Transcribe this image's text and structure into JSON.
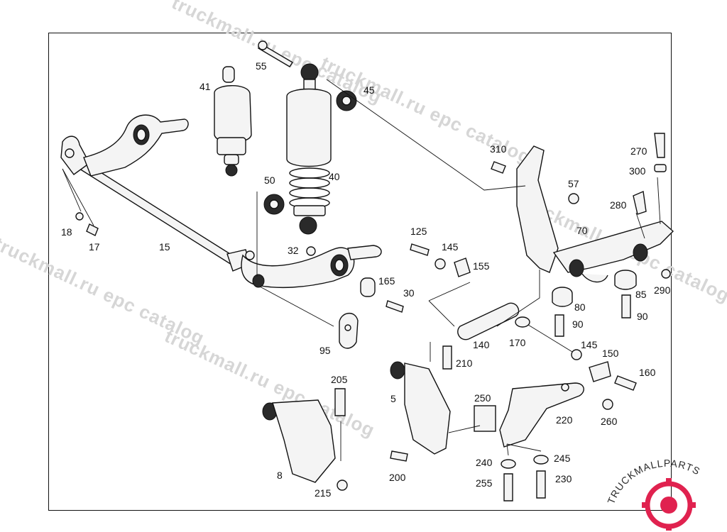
{
  "watermark": {
    "texts": [
      "truckmall.ru epc catalog",
      "truckmall.ru epc catalog",
      "truckmall.ru epc catalog",
      "truckmall.ru epc catalog",
      "truckmall.ru epc catalog"
    ],
    "color": "#d6d6d6"
  },
  "logo": {
    "text": "TRUCKMALLPARTS",
    "accent_color": "#e0224f",
    "dark_color": "#2b2b2b"
  },
  "callouts": [
    {
      "id": "c55",
      "text": "55"
    },
    {
      "id": "c41",
      "text": "41"
    },
    {
      "id": "c45",
      "text": "45"
    },
    {
      "id": "c40",
      "text": "40"
    },
    {
      "id": "c50",
      "text": "50"
    },
    {
      "id": "c18",
      "text": "18"
    },
    {
      "id": "c17",
      "text": "17"
    },
    {
      "id": "c15",
      "text": "15"
    },
    {
      "id": "c32",
      "text": "32"
    },
    {
      "id": "c125",
      "text": "125"
    },
    {
      "id": "c145a",
      "text": "145"
    },
    {
      "id": "c155",
      "text": "155"
    },
    {
      "id": "c165",
      "text": "165"
    },
    {
      "id": "c30",
      "text": "30"
    },
    {
      "id": "c95",
      "text": "95"
    },
    {
      "id": "c310",
      "text": "310"
    },
    {
      "id": "c57",
      "text": "57"
    },
    {
      "id": "c270",
      "text": "270"
    },
    {
      "id": "c300",
      "text": "300"
    },
    {
      "id": "c280",
      "text": "280"
    },
    {
      "id": "c70",
      "text": "70"
    },
    {
      "id": "c85",
      "text": "85"
    },
    {
      "id": "c290",
      "text": "290"
    },
    {
      "id": "c80",
      "text": "80"
    },
    {
      "id": "c90a",
      "text": "90"
    },
    {
      "id": "c90b",
      "text": "90"
    },
    {
      "id": "c140",
      "text": "140"
    },
    {
      "id": "c170",
      "text": "170"
    },
    {
      "id": "c145b",
      "text": "145"
    },
    {
      "id": "c150",
      "text": "150"
    },
    {
      "id": "c160",
      "text": "160"
    },
    {
      "id": "c210",
      "text": "210"
    },
    {
      "id": "c5",
      "text": "5"
    },
    {
      "id": "c205",
      "text": "205"
    },
    {
      "id": "c250",
      "text": "250"
    },
    {
      "id": "c220",
      "text": "220"
    },
    {
      "id": "c260",
      "text": "260"
    },
    {
      "id": "c8",
      "text": "8"
    },
    {
      "id": "c215",
      "text": "215"
    },
    {
      "id": "c200",
      "text": "200"
    },
    {
      "id": "c240",
      "text": "240"
    },
    {
      "id": "c245",
      "text": "245"
    },
    {
      "id": "c255",
      "text": "255"
    },
    {
      "id": "c230",
      "text": "230"
    }
  ]
}
